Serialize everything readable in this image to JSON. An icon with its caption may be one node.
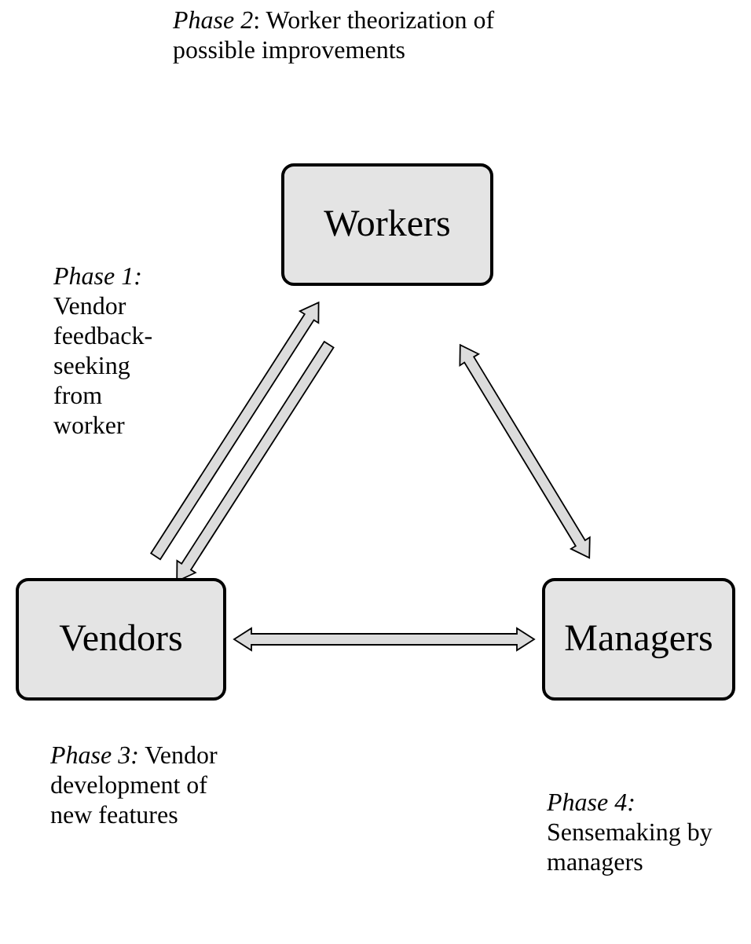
{
  "diagram": {
    "nodes": [
      {
        "text": [
          "Workers"
        ],
        "beside": [
          "*Phase 2*: Worker theorization of possible improvements"
        ]
      },
      {
        "text": [
          "Vendors"
        ],
        "beside": [
          "*Phase 3:* Vendor development of new features"
        ]
      },
      {
        "text": [
          "Managers"
        ],
        "beside": [
          "*Phase 4:* Sensemaking by managers"
        ]
      }
    ],
    "edges": [
      {
        "from": 1,
        "to": 0,
        "arrow": "to"
      },
      {
        "from": 0,
        "to": 1,
        "arrow": "to"
      },
      {
        "from": 0,
        "to": 2,
        "arrow": "both"
      },
      {
        "from": 1,
        "to": 2,
        "arrow": "both"
      }
    ],
    "labels": [
      "*Phase 1:* Vendor feedback-seeking from worker"
    ]
  }
}
